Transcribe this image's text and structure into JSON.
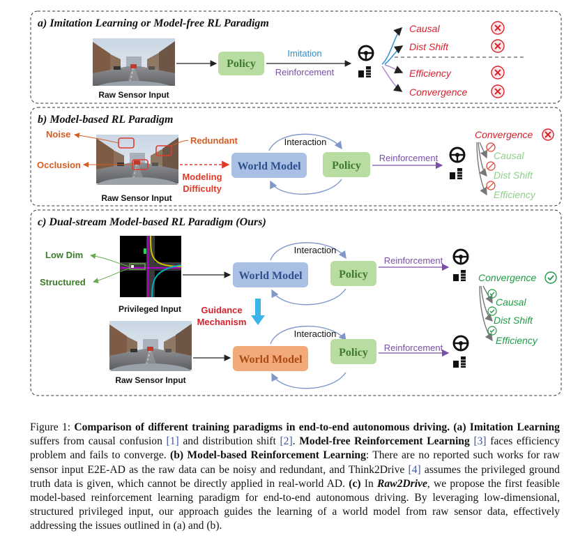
{
  "panels": {
    "a": {
      "title": "a) Imitation Learning or Model-free RL Paradigm",
      "input_label": "Raw Sensor Input",
      "policy": "Policy",
      "arrow_top": "Imitation",
      "arrow_bottom": "Reinforcement",
      "issues": [
        "Causal",
        "Dist Shift",
        "Efficiency",
        "Convergence"
      ]
    },
    "b": {
      "title": "b) Model-based RL Paradigm",
      "input_label": "Raw Sensor Input",
      "noise": "Noise",
      "redundant": "Redundant",
      "occlusion": "Occlusion",
      "modeling_difficulty": [
        "Modeling",
        "Difficulty"
      ],
      "world_model": "World Model",
      "interaction": "Interaction",
      "policy": "Policy",
      "reinforcement": "Reinforcement",
      "convergence": "Convergence",
      "issues": [
        "Causal",
        "Dist Shift",
        "Efficiency"
      ]
    },
    "c": {
      "title": "c) Dual-stream Model-based RL Paradigm (Ours)",
      "low_dim": "Low Dim",
      "structured": "Structured",
      "privileged_label": "Privileged Input",
      "guidance": [
        "Guidance",
        "Mechanism"
      ],
      "world_model": "World Model",
      "interaction": "Interaction",
      "policy": "Policy",
      "reinforcement": "Reinforcement",
      "raw_label": "Raw Sensor Input",
      "convergence": "Convergence",
      "issues": [
        "Causal",
        "Dist Shift",
        "Efficiency"
      ]
    }
  },
  "colors": {
    "policy_fill": "#b9dca0",
    "policy_text": "#3f7a2e",
    "world_model_fill": "#a9c0e4",
    "world_model_text": "#2f4f8c",
    "world_model2_fill": "#f3aa7a",
    "world_model2_text": "#a84a12",
    "imitation": "#2f8fcf",
    "reinforcement": "#7a4fa6",
    "fail_red": "#d5222e",
    "success_green": "#1f9a45",
    "label_green": "#3c7a2a",
    "label_orange": "#d65c22",
    "guidance_red": "#d5222e"
  },
  "icons": [
    "steering-wheel-icon",
    "pedal-icon",
    "cross-circle-icon",
    "check-circle-icon"
  ],
  "caption": {
    "figure": "Figure 1:",
    "title": "Comparison of different training paradigms in end-to-end autonomous driving.",
    "a_bold": "(a) Imitation Learning",
    "a_text1": " suffers from causal confusion ",
    "cite1": "[1]",
    "a_text2": " and distribution shift ",
    "cite2": "[2]",
    "a_text3": ". ",
    "mf_bold": "Model-free Reinforcement Learning",
    "cite3": "[3]",
    "mf_text": " faces efficiency problem and fails to converge. ",
    "b_bold": "(b) Model-based Reinforcement Learning",
    "b_text1": ": There are no reported such works for raw sensor input E2E-AD as the raw data can be noisy and redundant, and Think2Drive ",
    "cite4": "[4]",
    "b_text2": " assumes the privileged ground truth data is given, which cannot be directly applied in real-world AD. ",
    "c_bold": "(c)",
    "c_text1": " In ",
    "raw2drive": "Raw2Drive",
    "c_text2": ", we propose the first feasible model-based reinforcement learning paradigm for end-to-end autonomous driving. By leveraging low-dimensional, structured privileged input, our approach guides the learning of a world model from raw sensor data, effectively addressing the issues outlined in (a) and (b)."
  }
}
